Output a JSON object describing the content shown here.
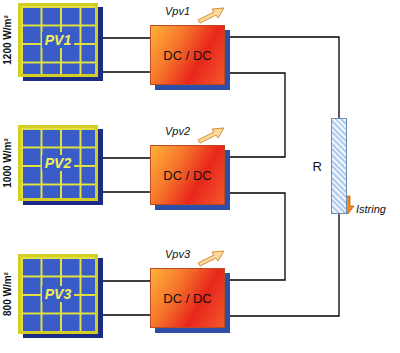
{
  "diagram": {
    "nodes": [
      {
        "text": [
          "PV1"
        ]
      },
      {
        "text": [
          "DC / DC"
        ]
      },
      {
        "text": [
          "PV2"
        ]
      },
      {
        "text": [
          "DC / DC"
        ]
      },
      {
        "text": [
          "PV3"
        ]
      },
      {
        "text": [
          "DC / DC"
        ]
      },
      {
        "text": [
          "R"
        ]
      }
    ],
    "edges": [
      {
        "from": 0,
        "to": 1,
        "arrow": "none"
      },
      {
        "from": 2,
        "to": 3,
        "arrow": "none"
      },
      {
        "from": 4,
        "to": 5,
        "arrow": "none"
      },
      {
        "from": 1,
        "to": 6,
        "arrow": "none"
      },
      {
        "from": 1,
        "to": 3,
        "arrow": "none"
      },
      {
        "from": 3,
        "to": 5,
        "arrow": "none"
      },
      {
        "from": 5,
        "to": 6,
        "arrow": "none"
      }
    ],
    "labels": [
      "1200 W/m²",
      "1000 W/m²",
      "800 W/m²",
      "Vpv1",
      "Vpv2",
      "Vpv3",
      "Istring"
    ]
  }
}
